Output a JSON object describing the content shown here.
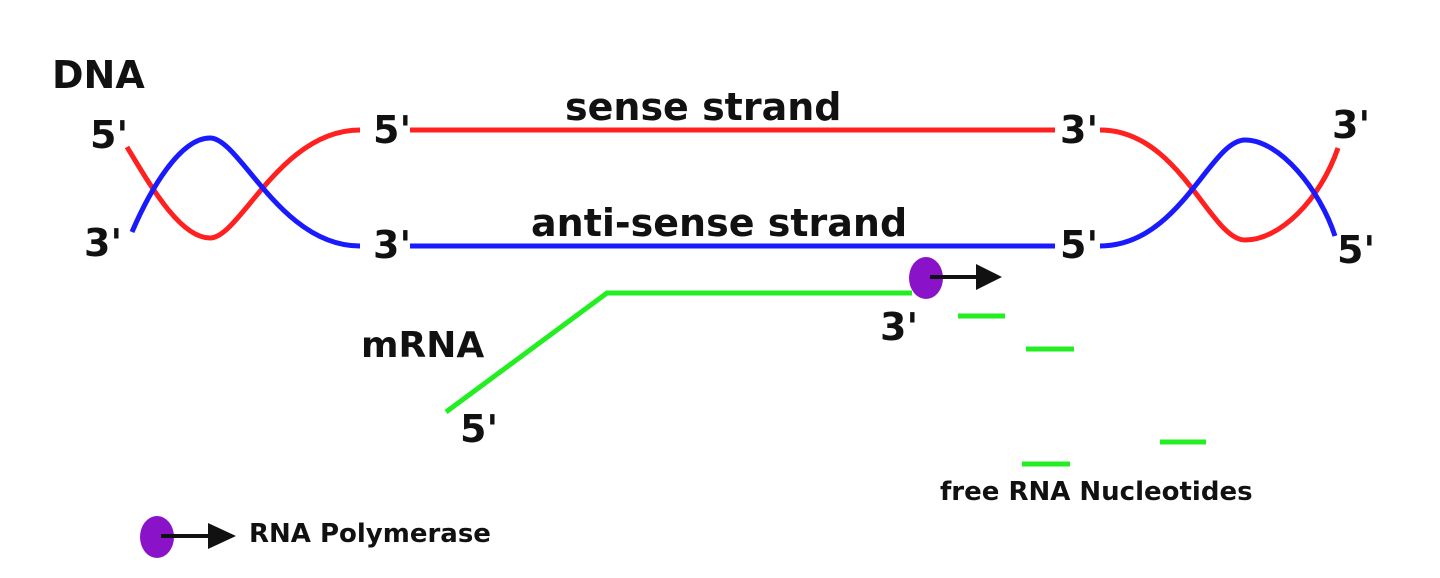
{
  "labels": {
    "dna": "DNA",
    "sense_strand": "sense strand",
    "antisense_strand": "anti-sense strand",
    "mrna": "mRNA",
    "free_nucleotides": "free RNA Nucleotides",
    "rna_polymerase": "RNA Polymerase"
  },
  "ends": {
    "five_prime": "5'",
    "three_prime": "3'"
  },
  "colors": {
    "sense": "#ff2020",
    "antisense": "#1a1aff",
    "mrna": "#22ee22",
    "polymerase": "#8a12c8",
    "arrow": "#111111",
    "text": "#111111"
  },
  "icons": {
    "polymerase": "purple-ellipse-with-arrow"
  }
}
